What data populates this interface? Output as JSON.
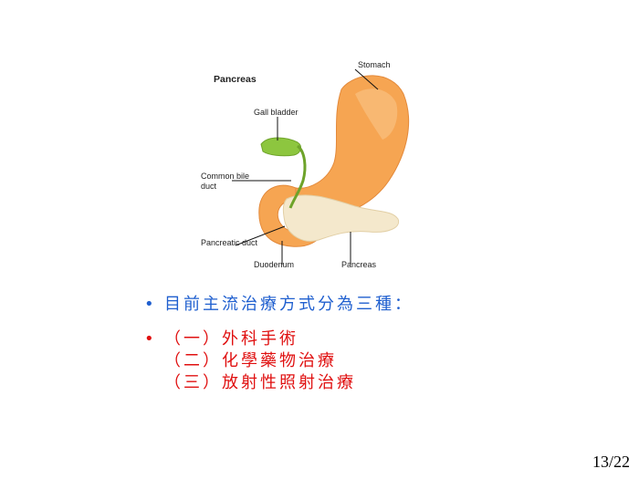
{
  "figure": {
    "title": "Pancreas",
    "labels": {
      "stomach": "Stomach",
      "gall_bladder": "Gall bladder",
      "common_bile_line1": "Common bile",
      "common_bile_line2": "duct",
      "pancreatic_duct": "Pancreatic duct",
      "duodenum": "Duodenum",
      "pancreas": "Pancreas"
    },
    "colors": {
      "stomach": "#f5a04d",
      "gallbladder": "#8cc63f",
      "pancreas": "#f3e6c8"
    }
  },
  "bullets": {
    "main": {
      "marker": "•",
      "text": "目前主流治療方式分為三種：",
      "color": "#1f5fcf"
    },
    "treatments": {
      "marker": "•",
      "items": [
        "（一）外科手術",
        "（二）化學藥物治療",
        "（三）放射性照射治療"
      ],
      "color": "#e01010"
    }
  },
  "page_number": "13/22"
}
